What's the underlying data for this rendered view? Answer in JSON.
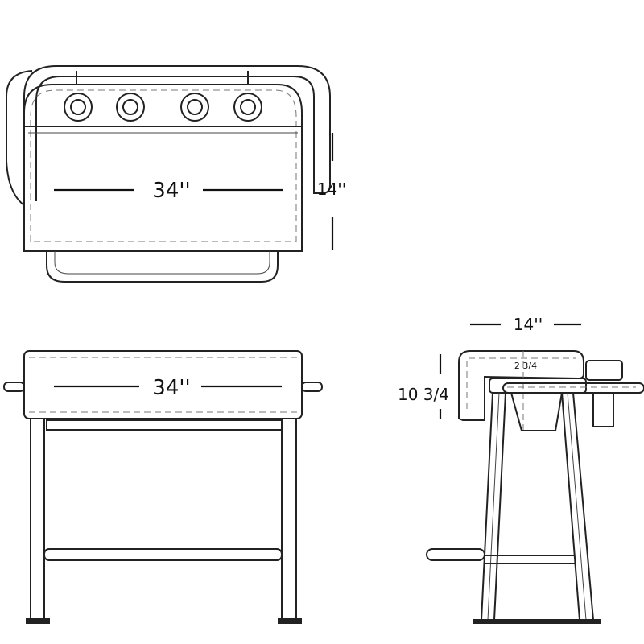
{
  "top_view": {
    "width_label": "34''",
    "depth_label": "14''",
    "knob_count": 4
  },
  "front_view": {
    "width_label": "34''"
  },
  "side_view": {
    "depth_label": "14''",
    "height_label": "10 3/4",
    "lid_label": "2 3/4"
  }
}
